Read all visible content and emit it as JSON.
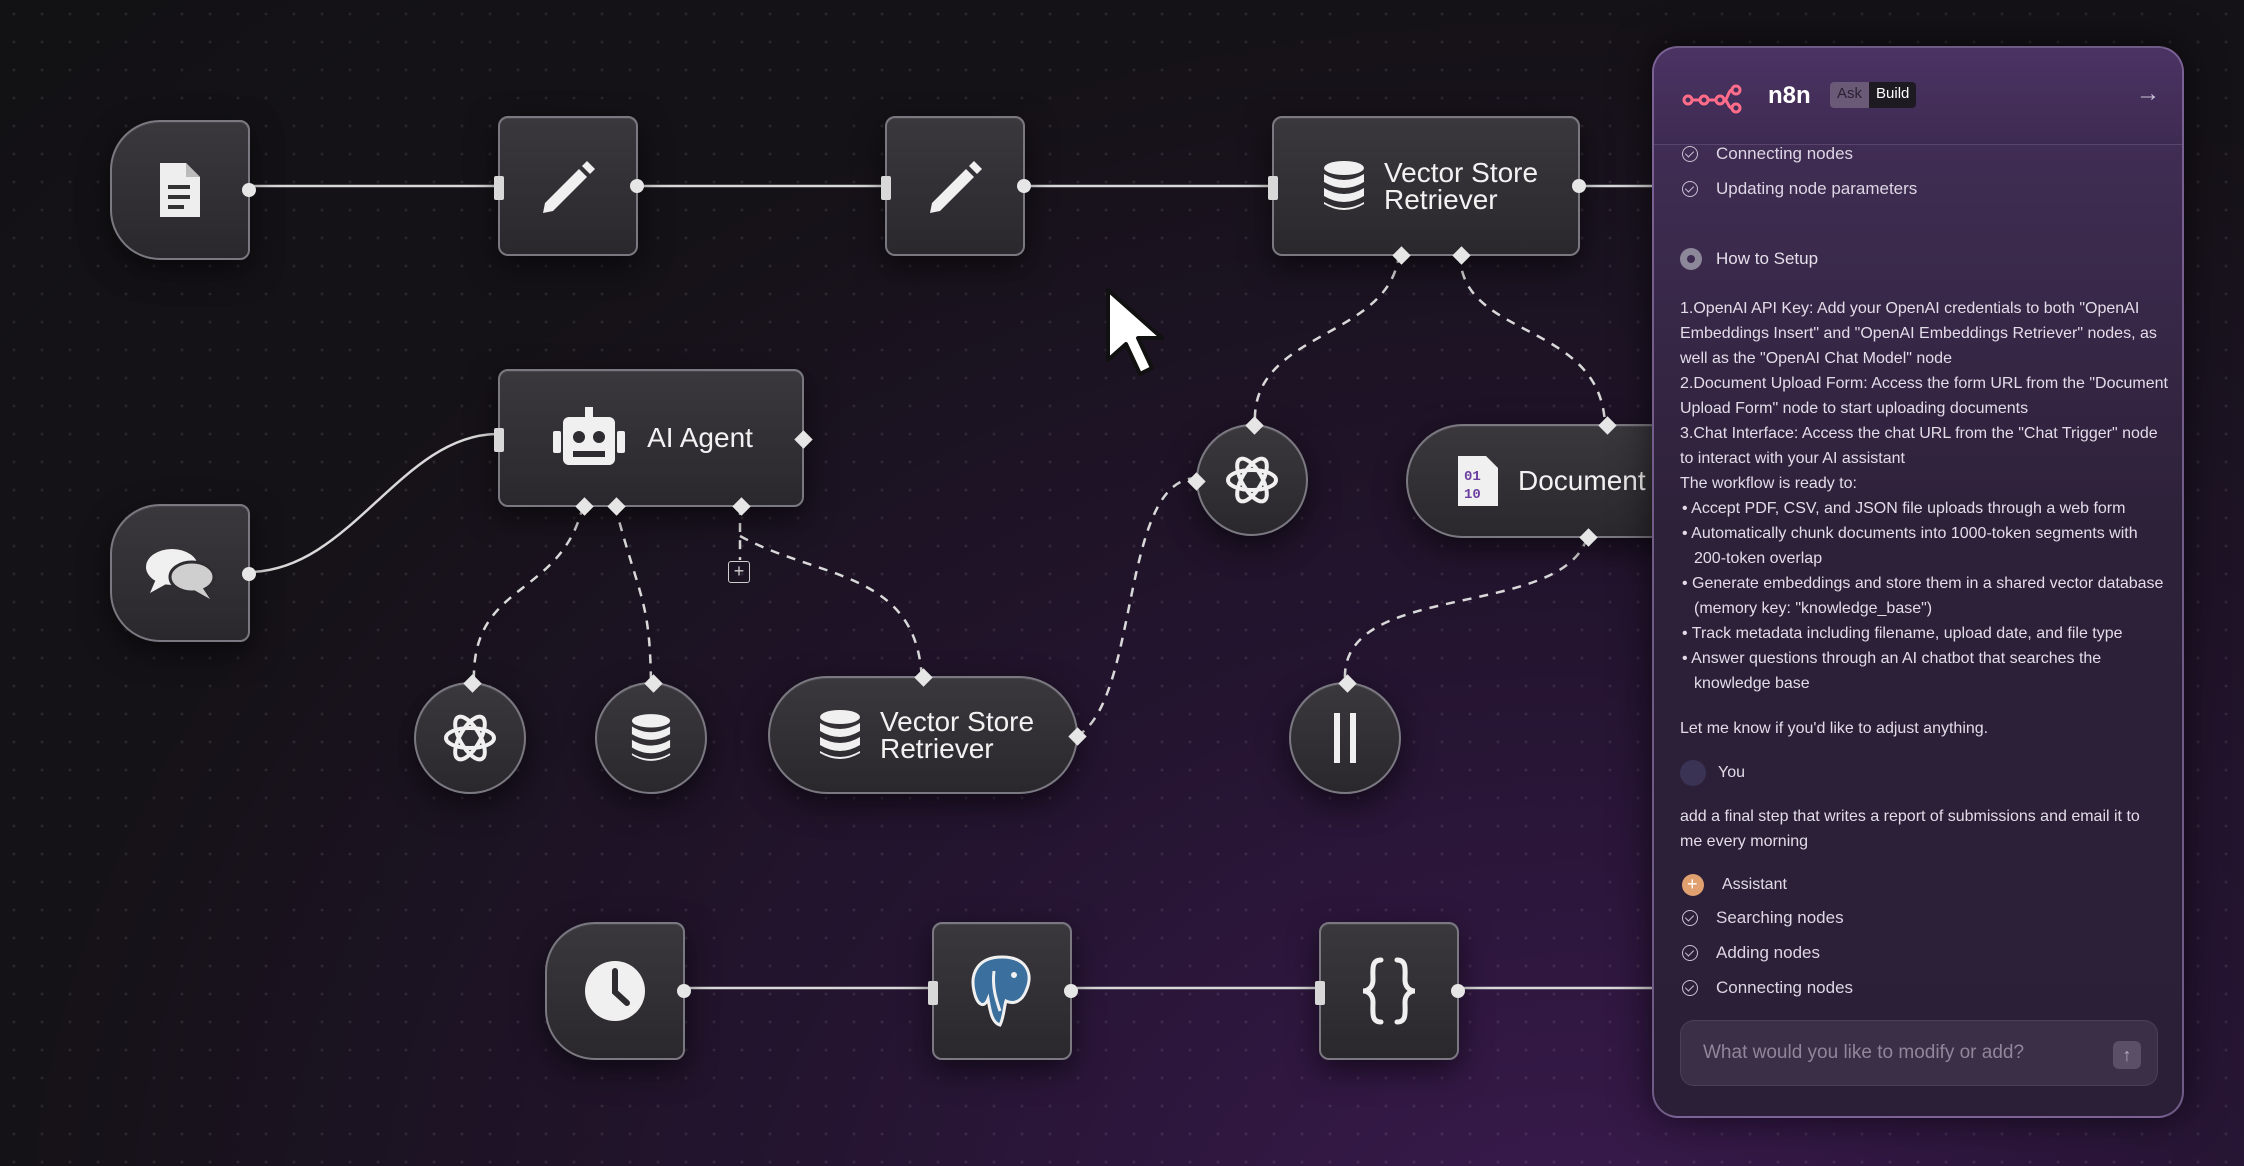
{
  "canvas": {
    "nodes": {
      "ai_agent": "AI Agent",
      "vector_store_top": [
        "Vector Store",
        "Retriever"
      ],
      "vector_store_bottom": [
        "Vector Store",
        "Retriever"
      ],
      "document": "Document L"
    }
  },
  "panel": {
    "brand": "n8n",
    "toggle": {
      "ask": "Ask",
      "build": "Build"
    },
    "steps_top": [
      "Connecting nodes",
      "Updating node parameters"
    ],
    "setup_title": "How to Setup",
    "setup_lines": [
      "1.OpenAI API Key: Add your OpenAI credentials to both \"OpenAI Embeddings Insert\" and \"OpenAI Embeddings Retriever\" nodes, as well as the \"OpenAI Chat Model\" node",
      "2.Document Upload Form: Access the form URL from the \"Document Upload Form\" node to start uploading documents",
      "3.Chat Interface: Access the chat URL from the \"Chat Trigger\" node to interact with your AI assistant",
      "The workflow is ready to:"
    ],
    "bullets": [
      "• Accept PDF, CSV, and JSON file uploads through a web form",
      "• Automatically chunk documents into 1000-token segments with 200-token overlap",
      "• Generate embeddings and store them in a shared vector database (memory key: \"knowledge_base\")",
      "• Track metadata including filename, upload date, and file type",
      "• Answer questions through an AI chatbot that searches the knowledge base"
    ],
    "closing": "Let me know if you'd like to adjust anything.",
    "user_name": "You",
    "user_message": "add a final step that writes a report of submissions and email it to me every morning",
    "assistant_name": "Assistant",
    "steps_bottom": [
      "Searching nodes",
      "Adding nodes",
      "Connecting nodes"
    ],
    "input_placeholder": "What would you like to modify or add?"
  },
  "icons": [
    "document-icon",
    "pencil-icon",
    "database-icon",
    "robot-icon",
    "chat-bubbles-icon",
    "openai-icon",
    "pause-icon",
    "binary-file-icon",
    "clock-icon",
    "postgres-elephant-icon",
    "code-braces-icon",
    "n8n-logo-icon",
    "arrow-right-icon",
    "send-arrow-icon",
    "mouse-cursor-icon"
  ]
}
